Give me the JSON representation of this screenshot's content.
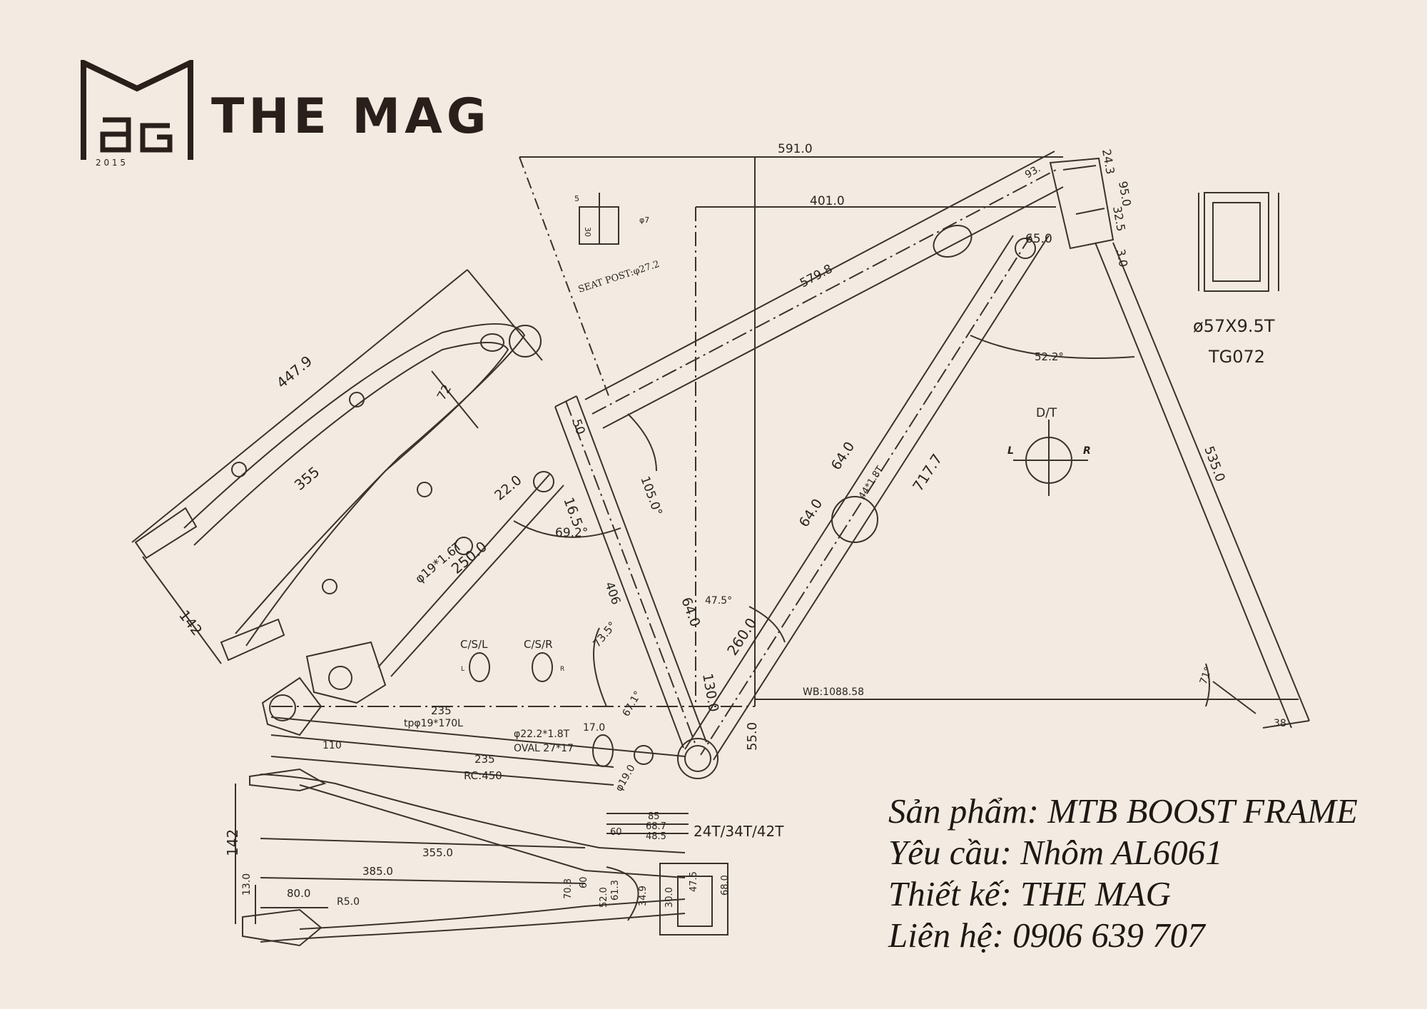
{
  "brand": {
    "name": "THE MAG",
    "logo_year": "2 0 1 5"
  },
  "product_info": {
    "product": "Sản phẩm: MTB BOOST FRAME",
    "material": "Yêu cầu: Nhôm AL6061",
    "designer": "Thiết kế: THE MAG",
    "contact": "Liên hệ: 0906 639 707"
  },
  "drawing": {
    "top_length": "591.0",
    "reach": "401.0",
    "top_tube": "579.8",
    "seat_stay": "447.9",
    "stay_355": "355",
    "stay_72": "72",
    "seat_tube_50": "50",
    "angle_105": "105.0°",
    "seat_tube_406": "406",
    "seat_stay_22": "22.0",
    "seat_stay_16": "16.5",
    "stay_tube_spec": "φ19*1.6T",
    "stay_250": "250.0",
    "angle_69": "69.2°",
    "dropout_142": "142",
    "down_tube_717": "717.7",
    "bottle_64a": "64.0",
    "bottle_64b": "64.0",
    "down_tube_spec": "44*1.8T",
    "head_tube_65": "65.0",
    "head_angle_93": "93.",
    "head_24": "24.3",
    "head_95": "95.0",
    "head_32": "32.5",
    "head_3": "3.0",
    "angle_52": "52.2°",
    "fork_535": "535.0",
    "head_tube_spec": "ø57X9.5T",
    "head_tube_code": "TG072",
    "dt_label": "D/T",
    "dt_left": "L",
    "dt_right": "R",
    "seat_post": "SEAT POST:φ27.2",
    "sp_5": "5",
    "sp_30": "30",
    "sp_7": "φ7",
    "cable_64": "64.0",
    "angle_47": "47.5°",
    "dim_260": "260.0",
    "angle_73": "73.5°",
    "angle_67": "67.1°",
    "dim_130": "130.0",
    "dim_55": "55.0",
    "wheelbase": "WB:1088.58",
    "angle_71": "71°",
    "fork_38": "38",
    "csl": "C/S/L",
    "csr": "C/S/R",
    "cs_l": "L",
    "cs_r": "R",
    "cs_235a": "235",
    "cs_spec": "tpφ19*170L",
    "cs_110": "110",
    "cs_222": "φ22.2*1.8T",
    "cs_oval": "OVAL 27*17",
    "cs_17": "17.0",
    "cs_235b": "235",
    "rc": "RC:450",
    "bb_19": "φ19.0",
    "gear": "24T/34T/42T",
    "bot_142": "142",
    "bot_13": "13.0",
    "bot_355": "355.0",
    "bot_385": "385.0",
    "bot_80": "80.0",
    "bot_r5": "R5.0",
    "bot_85": "85",
    "bot_68": "68.7",
    "bot_48": "48.5",
    "bot_60": "60",
    "bot_70": "70.8",
    "bot_60b": "60",
    "bot_52": "52.0",
    "bot_61": "61.3",
    "bot_34": "34.9",
    "bot_30": "30.0",
    "bot_47": "47.5",
    "bot_68b": "68.0"
  },
  "colors": {
    "background": "#f3ebe1",
    "ink": "#2a2420"
  }
}
